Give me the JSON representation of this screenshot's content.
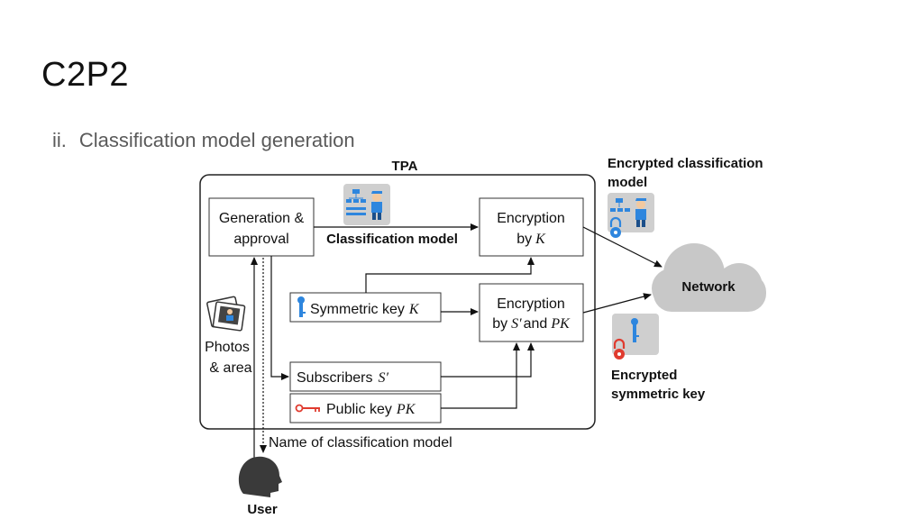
{
  "slide": {
    "title": "C2P2",
    "subtitle_number": "ii.",
    "subtitle_text": "Classification model generation"
  },
  "diagram": {
    "tpa_label": "TPA",
    "generation_label_1": "Generation &",
    "generation_label_2": "approval",
    "classification_model_label": "Classification model",
    "enc_k_line1": "Encryption",
    "enc_k_line2_prefix": "by",
    "enc_k_var": "K",
    "enc_spk_line1": "Encryption",
    "enc_spk_line2_prefix": "by",
    "enc_spk_var1": "S′",
    "enc_spk_mid": "and",
    "enc_spk_var2": "PK",
    "symkey_prefix": "Symmetric key",
    "symkey_var": "K",
    "subscribers_prefix": "Subscribers",
    "subscribers_var": "S′",
    "pubkey_prefix": "Public key",
    "pubkey_var": "PK",
    "photos_label_1": "Photos",
    "photos_label_2": "& area",
    "name_of_model": "Name of classification model",
    "user_label": "User",
    "network_label": "Network",
    "enc_model_label_1": "Encrypted classification",
    "enc_model_label_2": "model",
    "enc_symkey_label_1": "Encrypted",
    "enc_symkey_label_2": "symmetric key"
  },
  "colors": {
    "key_blue": "#2e86de",
    "lock_red": "#e03b2f",
    "cloud_gray": "#c8c8c8",
    "icon_bg": "#cfcfcf"
  }
}
